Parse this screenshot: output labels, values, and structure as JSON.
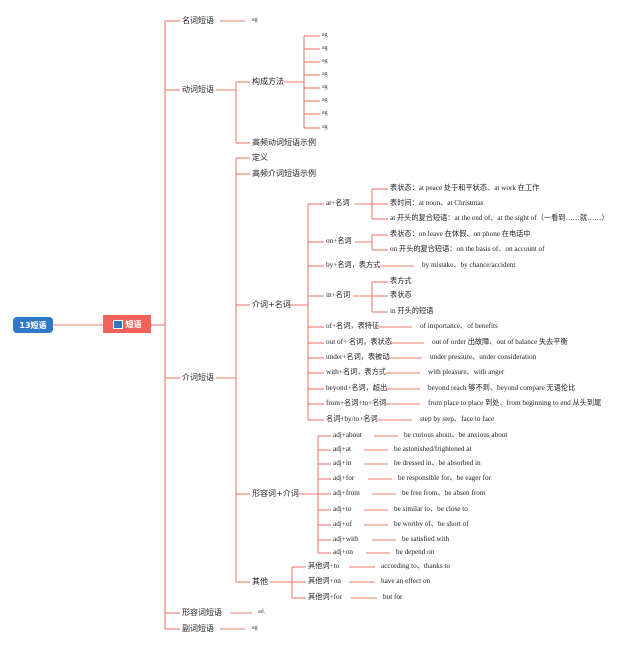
{
  "root": {
    "label": "13短语"
  },
  "main": {
    "label": "短语",
    "icon": "flag-icon"
  },
  "branches": {
    "noun_phrase": {
      "label": "名词短语",
      "leaf": "ag"
    },
    "verb_phrase": {
      "label": "动词短语",
      "formation": {
        "label": "构成方法",
        "leaves": [
          "ag",
          "ag",
          "ag",
          "ag",
          "ag",
          "ag",
          "ag",
          "ag"
        ]
      },
      "examples": {
        "label": "高频动词短语示例"
      }
    },
    "prep_phrase": {
      "label": "介词短语",
      "definition": "定义",
      "examples": "高频介词短语示例",
      "prep_noun": {
        "label": "介词+名词",
        "at": {
          "label": "at+名词",
          "items": [
            "表状态：at peace 处于和平状态、at work 在工作",
            "表时间：at noon、at Christmas",
            "at 开头的复合短语：at the end of、at the sight of（一看到……就……）"
          ]
        },
        "on": {
          "label": "on+名词",
          "items": [
            "表状态：on leave 在休假、on phone 在电话中",
            "on 开头的复合短语：on the basis of、on account of"
          ]
        },
        "by": {
          "label": "by+名词，表方式",
          "example": "by mistake、by chance/accident"
        },
        "in": {
          "label": "in+名词",
          "items": [
            "表方式",
            "表状态",
            "in 开头的短语"
          ]
        },
        "of": {
          "label": "of+名词，表特征",
          "example": "of importance、of benefits"
        },
        "outof": {
          "label": "out of+ 名词，表状态",
          "example": "out of order 出故障、out of balance 失去平衡"
        },
        "under": {
          "label": "under+名词，表被动",
          "example": "under pressure、under consideration"
        },
        "with": {
          "label": "with+名词，表方式",
          "example": "with pleasure、with anger"
        },
        "beyond": {
          "label": "beyond+名词，超出",
          "example": "beyond reach 够不到、beyond compare 无语伦比"
        },
        "fromto": {
          "label": "from+名词+to+名词",
          "example": "from place to place 到处、from beginning to end 从头到尾"
        },
        "byto": {
          "label": "名词+by/to+名词",
          "example": "step by step、face to face"
        }
      },
      "adj_prep": {
        "label": "形容词+介词",
        "rows": [
          {
            "label": "adj+about",
            "example": "be curious about、be anxious about"
          },
          {
            "label": "adj+at",
            "example": "be astonished/frightened at"
          },
          {
            "label": "adj+in",
            "example": "be dressed in、be absorbed in"
          },
          {
            "label": "adj+for",
            "example": "be responsible for、be eager for"
          },
          {
            "label": "adj+from",
            "example": "be free from、be absen from"
          },
          {
            "label": "adj+to",
            "example": "be similar to、be close to"
          },
          {
            "label": "adj+of",
            "example": "be worthy of、be short of"
          },
          {
            "label": "adj+with",
            "example": "be satisfied with"
          },
          {
            "label": "adj+on",
            "example": "be depend on"
          }
        ]
      },
      "other": {
        "label": "其他",
        "rows": [
          {
            "label": "其他词+to",
            "example": "according to、thanks to"
          },
          {
            "label": "其他词+on",
            "example": "have an effect on"
          },
          {
            "label": "其他词+for",
            "example": "but for"
          }
        ]
      }
    },
    "adj_phrase": {
      "label": "形容词短语",
      "leaf": "ad."
    },
    "adv_phrase": {
      "label": "副词短语",
      "leaf": "ag"
    }
  },
  "colors": {
    "line": "#e87d6f",
    "root": "#2f78c7",
    "main": "#f5645a"
  }
}
